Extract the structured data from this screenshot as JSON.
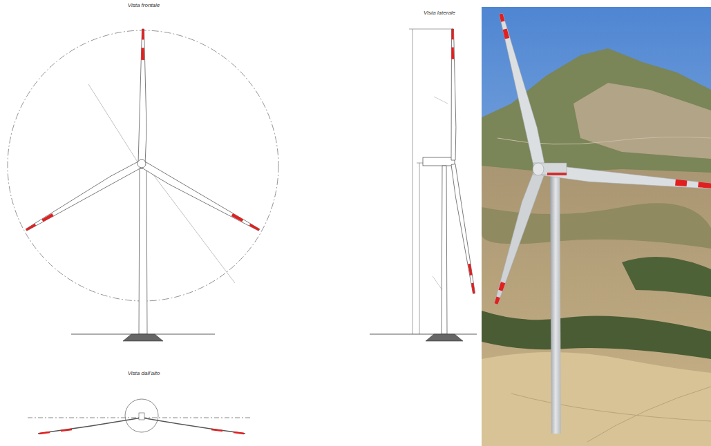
{
  "diagram": {
    "labels": [
      "Vista frontale",
      "Vista laterale",
      "Vista dall'alto"
    ]
  }
}
